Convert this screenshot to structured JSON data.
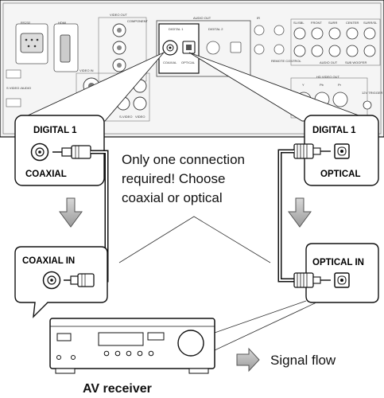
{
  "back_panel": {
    "rs232_label": "RS232",
    "hdmi_label": "HDMI",
    "video_out_label": "VIDEO OUT",
    "component_label": "COMPONENT",
    "video_in_label": "VIDEO IN",
    "svideo_audio_label": "S VIDEO /AUDIO",
    "audio_out_label": "AUDIO OUT",
    "digital1_label": "DIGITAL 1",
    "digital2_label": "DIGITAL 2",
    "coaxial_label": "COAXIAL",
    "optical_label": "OPTICAL",
    "ir_label": "IR",
    "remote_control_label": "REMOTE CONTROL",
    "audio_out_lower_label": "AUDIO OUT",
    "analog_labels": [
      "SL/SBL",
      "FRONT",
      "SURR",
      "CENTER",
      "SURR/SL"
    ],
    "sub_woofer_label": "SUB WOOFER",
    "hd_video_out_label": "HD VIDEO OUT",
    "y_label": "Y",
    "pb_label": "Pb",
    "pr_label": "Pr",
    "trigger_label": "12V TRIGGER",
    "svideo_label": "S-VIDEO",
    "video_label": "VIDEO"
  },
  "callouts": {
    "digital1_coaxial_title": "DIGITAL 1",
    "digital1_coaxial_sub": "COAXIAL",
    "digital1_optical_title": "DIGITAL 1",
    "digital1_optical_sub": "OPTICAL",
    "coaxial_in": "COAXIAL IN",
    "optical_in": "OPTICAL IN"
  },
  "note": {
    "line1": "Only one connection",
    "line2": "required! Choose",
    "line3": "coaxial or optical"
  },
  "legend": {
    "signal_flow": "Signal flow"
  },
  "receiver": {
    "label": "AV receiver"
  },
  "colors": {
    "panel_fill": "#f2f2f2",
    "outline": "#111111",
    "arrow_gray": "#aaaaaa"
  }
}
